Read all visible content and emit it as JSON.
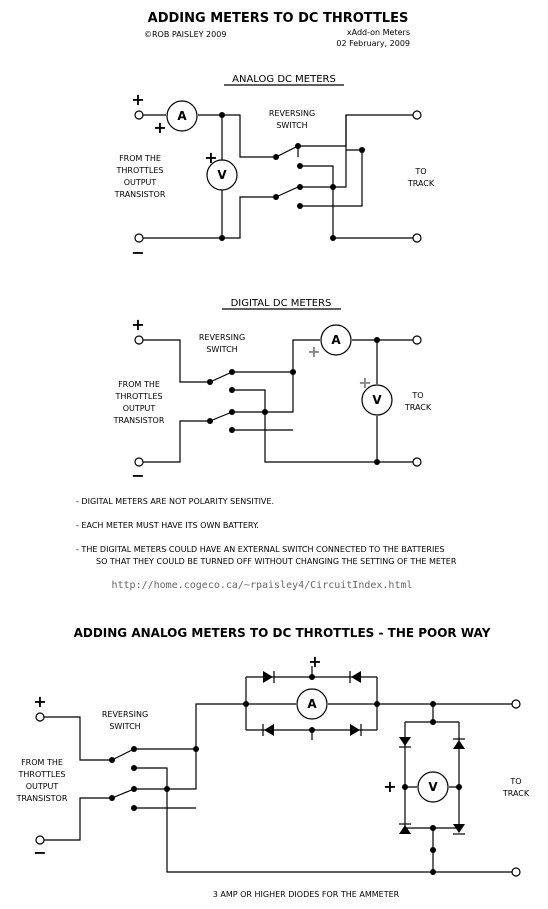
{
  "header": {
    "title": "ADDING METERS TO DC THROTTLES",
    "author": "©ROB PAISLEY 2009",
    "file": "xAdd-on Meters",
    "date": "02 February, 2009"
  },
  "common": {
    "source": [
      "FROM THE",
      "THROTTLES",
      "OUTPUT",
      "TRANSISTOR"
    ],
    "switch": [
      "REVERSING",
      "SWITCH"
    ],
    "track": [
      "TO",
      "TRACK"
    ],
    "plus": "+",
    "minus": "−",
    "ammeter": "A",
    "voltmeter": "V"
  },
  "analog": {
    "title": "ANALOG DC METERS"
  },
  "digital": {
    "title": "DIGITAL DC METERS"
  },
  "notes": [
    "- DIGITAL METERS ARE NOT POLARITY SENSITIVE.",
    "- EACH METER MUST HAVE ITS OWN BATTERY.",
    "- THE DIGITAL METERS COULD HAVE AN EXTERNAL SWITCH CONNECTED TO THE BATTERIES",
    "SO THAT THEY COULD BE TURNED OFF WITHOUT CHANGING THE SETTING OF THE METER"
  ],
  "url": "http://home.cogeco.ca/~rpaisley4/CircuitIndex.html",
  "poor": {
    "title": "ADDING ANALOG METERS TO DC THROTTLES - THE POOR WAY",
    "footer": "3 AMP OR HIGHER DIODES FOR THE AMMETER"
  }
}
